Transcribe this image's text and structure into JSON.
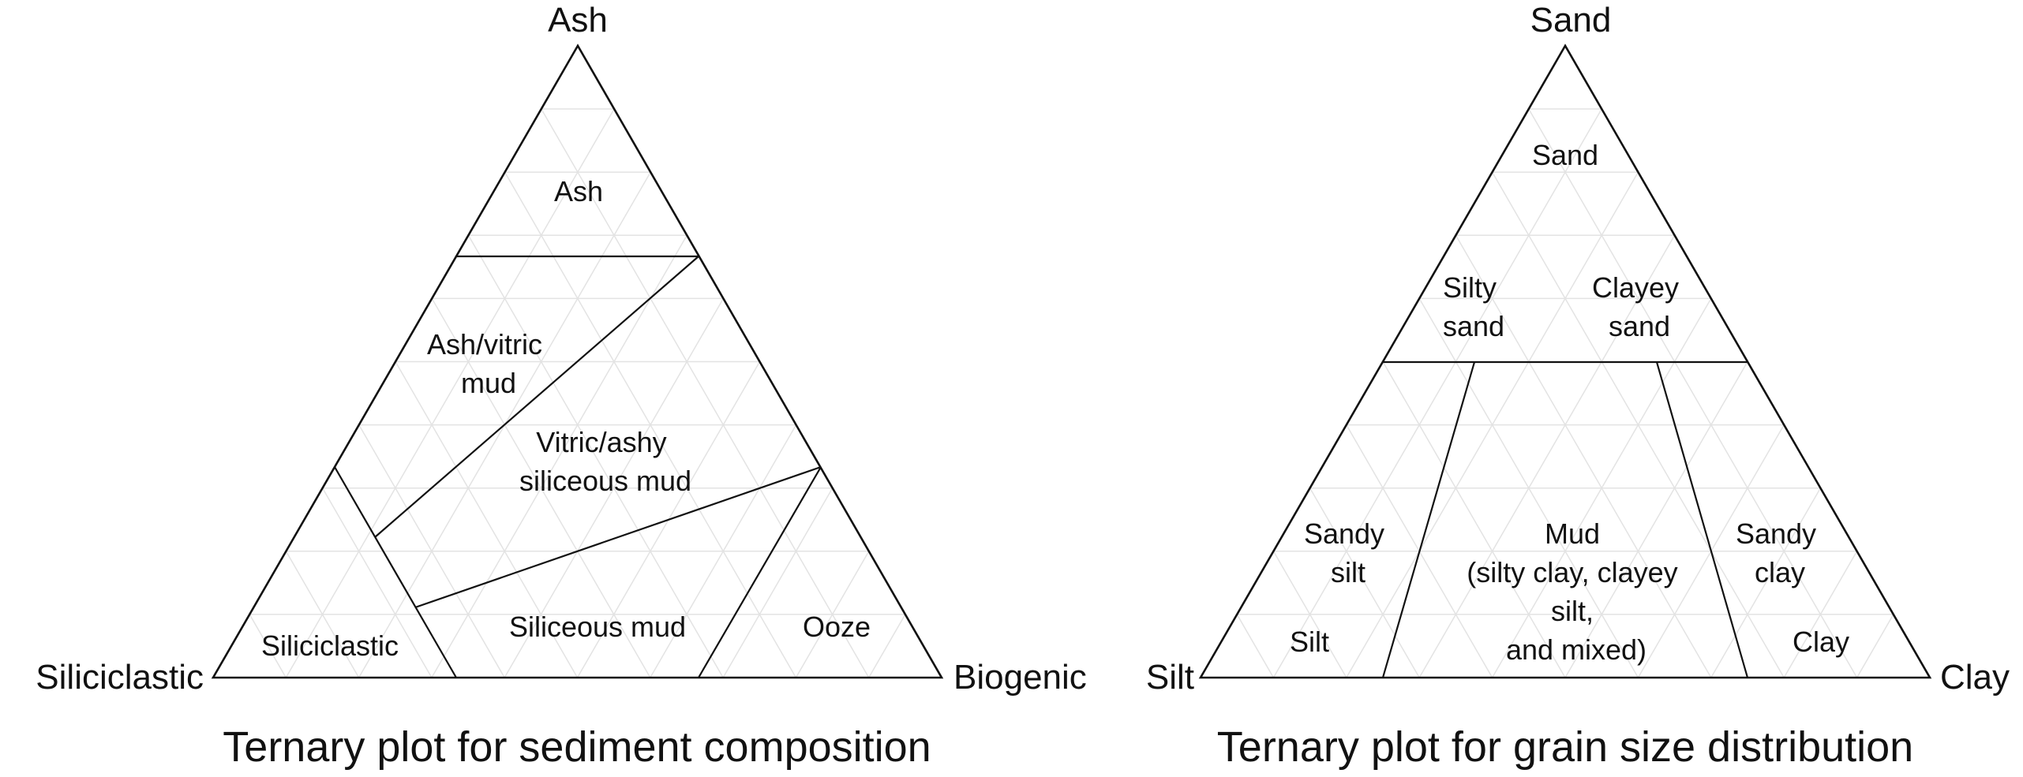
{
  "plots": [
    {
      "id": "composition",
      "caption": "Ternary plot for sediment composition",
      "vertices": {
        "top": "Ash",
        "left": "Siliciclastic",
        "right": "Biogenic"
      },
      "regions": [
        {
          "id": "ash",
          "lines": [
            "Ash"
          ]
        },
        {
          "id": "ash-vitric-mud",
          "lines": [
            "Ash/vitric",
            "mud"
          ]
        },
        {
          "id": "vitric-ashy-siliceous-mud",
          "lines": [
            "Vitric/ashy",
            "siliceous mud"
          ]
        },
        {
          "id": "siliciclastic",
          "lines": [
            "Siliciclastic"
          ]
        },
        {
          "id": "siliceous-mud",
          "lines": [
            "Siliceous mud"
          ]
        },
        {
          "id": "ooze",
          "lines": [
            "Ooze"
          ]
        }
      ]
    },
    {
      "id": "grain-size",
      "caption": "Ternary plot for grain size distribution",
      "vertices": {
        "top": "Sand",
        "left": "Silt",
        "right": "Clay"
      },
      "regions": [
        {
          "id": "sand",
          "lines": [
            "Sand"
          ]
        },
        {
          "id": "silty-sand",
          "lines": [
            "Silty",
            "sand"
          ]
        },
        {
          "id": "clayey-sand",
          "lines": [
            "Clayey",
            "sand"
          ]
        },
        {
          "id": "sandy-silt",
          "lines": [
            "Sandy",
            "silt"
          ]
        },
        {
          "id": "mud",
          "lines": [
            "Mud",
            "(silty clay, clayey",
            "silt,",
            "and mixed)"
          ]
        },
        {
          "id": "sandy-clay",
          "lines": [
            "Sandy",
            "clay"
          ]
        },
        {
          "id": "silt",
          "lines": [
            "Silt"
          ]
        },
        {
          "id": "clay",
          "lines": [
            "Clay"
          ]
        }
      ]
    }
  ]
}
